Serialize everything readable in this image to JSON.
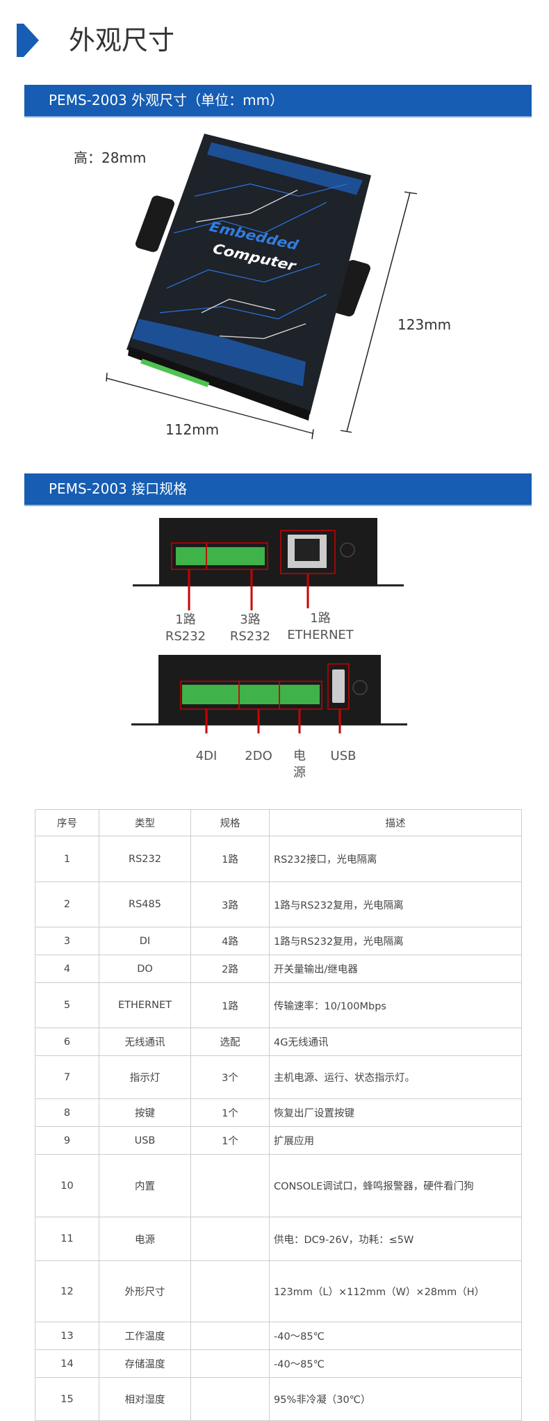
{
  "page_title": "外观尺寸",
  "section1": {
    "title": "PEMS-2003 外观尺寸（单位：mm）",
    "height_label": "高：28mm",
    "length_label": "123mm",
    "width_label": "112mm",
    "device": {
      "brand_line1": "Embedded",
      "brand_line2": "Computer"
    }
  },
  "section2": {
    "title": "PEMS-2003 接口规格",
    "top_ports": [
      {
        "line1": "1路",
        "line2": "RS232"
      },
      {
        "line1": "3路",
        "line2": "RS232"
      },
      {
        "line1": "1路",
        "line2": "ETHERNET"
      }
    ],
    "bottom_ports": [
      {
        "line1": "4DI"
      },
      {
        "line1": "2DO"
      },
      {
        "line1": "电",
        "line2": "源"
      },
      {
        "line1": "USB"
      }
    ]
  },
  "table": {
    "headers": [
      "序号",
      "类型",
      "规格",
      "描述"
    ],
    "rows": [
      {
        "no": "1",
        "type": "RS232",
        "spec": "1路",
        "desc": "RS232接口，光电隔离"
      },
      {
        "no": "2",
        "type": "RS485",
        "spec": "3路",
        "desc": "1路与RS232复用，光电隔离"
      },
      {
        "no": "3",
        "type": "DI",
        "spec": "4路",
        "desc": "1路与RS232复用，光电隔离"
      },
      {
        "no": "4",
        "type": "DO",
        "spec": "2路",
        "desc": "开关量输出/继电器"
      },
      {
        "no": "5",
        "type": "ETHERNET",
        "spec": "1路",
        "desc": "传输速率：10/100Mbps"
      },
      {
        "no": "6",
        "type": "无线通讯",
        "spec": "选配",
        "desc": "4G无线通讯"
      },
      {
        "no": "7",
        "type": "指示灯",
        "spec": "3个",
        "desc": "主机电源、运行、状态指示灯。"
      },
      {
        "no": "8",
        "type": "按键",
        "spec": "1个",
        "desc": "恢复出厂设置按键"
      },
      {
        "no": "9",
        "type": "USB",
        "spec": "1个",
        "desc": "扩展应用"
      },
      {
        "no": "10",
        "type": "内置",
        "spec": "",
        "desc": "CONSOLE调试口，蜂鸣报警器，硬件看门狗"
      },
      {
        "no": "11",
        "type": "电源",
        "spec": "",
        "desc": "供电：DC9-26V，功耗：≤5W"
      },
      {
        "no": "12",
        "type": "外形尺寸",
        "spec": "",
        "desc": "123mm（L）×112mm（W）×28mm（H）"
      },
      {
        "no": "13",
        "type": "工作温度",
        "spec": "",
        "desc": "-40～85℃"
      },
      {
        "no": "14",
        "type": "存储温度",
        "spec": "",
        "desc": "-40～85℃"
      },
      {
        "no": "15",
        "type": "相对湿度",
        "spec": "",
        "desc": "95%非冷凝（30℃）"
      }
    ]
  }
}
